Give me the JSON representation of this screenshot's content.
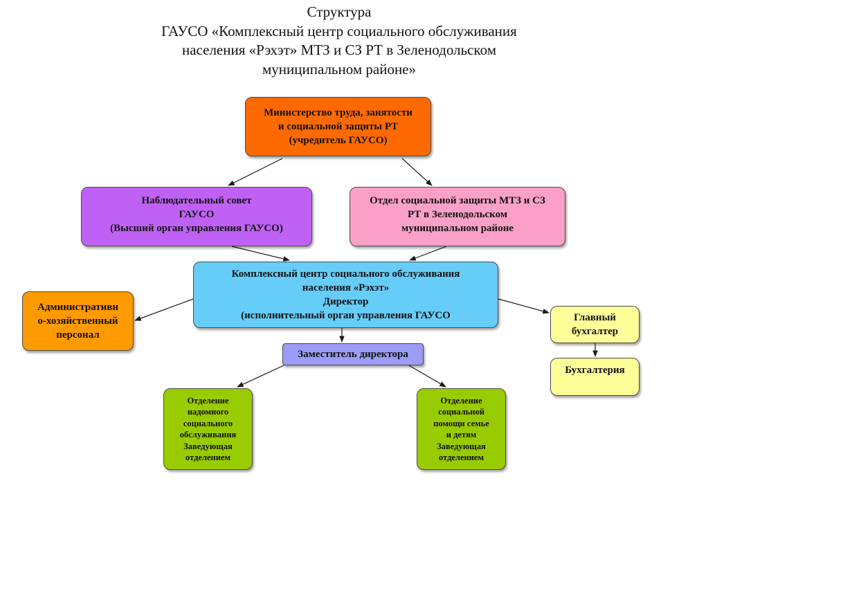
{
  "title": {
    "lines": [
      "Структура",
      "ГАУСО «Комплексный центр социального обслуживания",
      "населения «Рэхэт» МТЗ и СЗ РТ в Зеленодольском",
      "муниципальном районе»"
    ]
  },
  "colors": {
    "ministry": "#ff6a00",
    "council": "#c061f6",
    "dept": "#fba0c8",
    "center": "#66ccf8",
    "admin": "#ff9a00",
    "chief_accountant": "#ffff99",
    "accounting": "#ffff99",
    "deputy": "#9a9cf6",
    "home_service": "#99cc00",
    "family_help": "#99cc00",
    "connector": "#1a1a1a"
  },
  "nodes": {
    "ministry": {
      "lines": [
        "Министерство труда, занятости",
        "и социальной защиты РТ",
        "(учредитель ГАУСО)"
      ]
    },
    "council": {
      "lines": [
        "Наблюдательный совет",
        "ГАУСО",
        "(Высший орган управления ГАУСО)"
      ]
    },
    "dept": {
      "lines": [
        "Отдел социальной защиты МТЗ и СЗ",
        "РТ в Зеленодольском",
        "муниципальном районе"
      ]
    },
    "center": {
      "lines": [
        "Комплексный центр социального обслуживания",
        "населения «Рэхэт»",
        "Директор",
        "(исполнительный орган управления ГАУСО"
      ]
    },
    "admin": {
      "lines": [
        "Административн",
        "о-хозяйственный",
        "персонал"
      ]
    },
    "chief_accountant": {
      "lines": [
        "Главный",
        "бухгалтер"
      ]
    },
    "accounting": {
      "lines": [
        "Бухгалтерия"
      ]
    },
    "deputy": {
      "lines": [
        "Заместитель директора"
      ]
    },
    "home_service": {
      "lines": [
        "Отделение",
        "надомного",
        "социального",
        "обслуживания",
        "Заведующая",
        "отделением"
      ]
    },
    "family_help": {
      "lines": [
        "Отделение",
        "социальной",
        "помощи семье",
        "и детям",
        "Заведующая",
        "отделением"
      ]
    }
  }
}
